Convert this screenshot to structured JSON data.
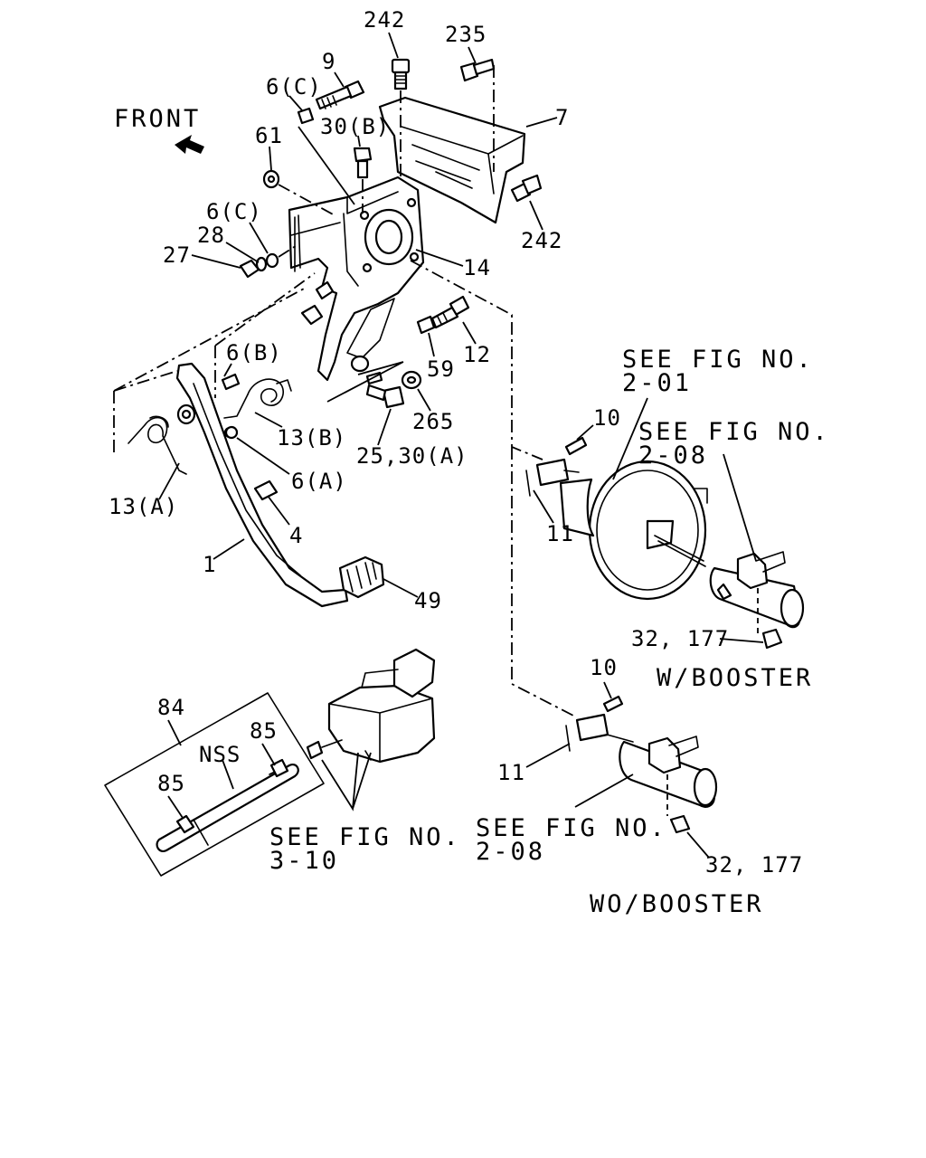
{
  "front_label": "FRONT",
  "callouts": {
    "c242_top": "242",
    "c235": "235",
    "c9": "9",
    "c6c_top": "6(C)",
    "c7": "7",
    "c61": "61",
    "c30b": "30(B)",
    "c6c_mid": "6(C)",
    "c28": "28",
    "c27": "27",
    "c242_right": "242",
    "c14": "14",
    "c12": "12",
    "c59": "59",
    "c265": "265",
    "c6b": "6(B)",
    "c13b": "13(B)",
    "c25_30a": "25,30(A)",
    "c6a": "6(A)",
    "c13a": "13(A)",
    "c4": "4",
    "c1": "1",
    "c49": "49",
    "c10_top": "10",
    "c11_top": "11",
    "c32_177_top": "32, 177",
    "c84": "84",
    "c85_right": "85",
    "cNSS": "NSS",
    "c85_left": "85",
    "c10_bottom": "10",
    "c11_bottom": "11",
    "c32_177_bottom": "32, 177"
  },
  "references": {
    "fig_2_01": [
      "SEE FIG NO.",
      "2-01"
    ],
    "fig_2_08_top": [
      "SEE FIG NO.",
      "2-08"
    ],
    "fig_3_10": [
      "SEE FIG NO.",
      "3-10"
    ],
    "fig_2_08_bottom": [
      "SEE FIG NO.",
      "2-08"
    ]
  },
  "variants": {
    "with_booster": "W/BOOSTER",
    "without_booster": "WO/BOOSTER"
  }
}
